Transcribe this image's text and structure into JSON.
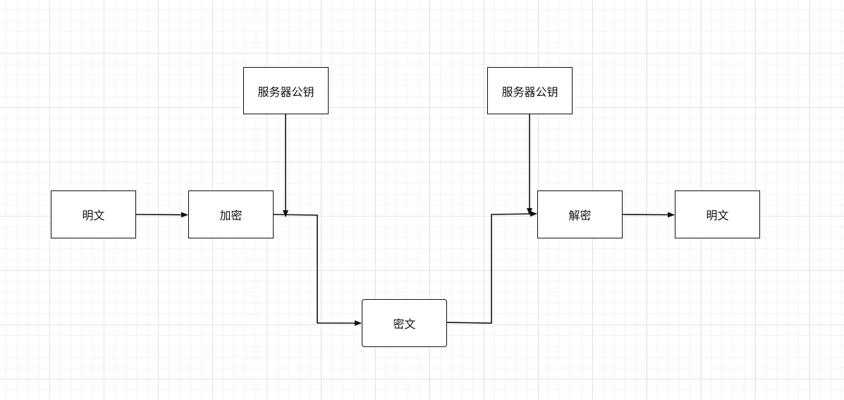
{
  "diagram": {
    "nodes": {
      "plaintext_in": "明文",
      "encrypt": "加密",
      "server_pubkey_left": "服务器公钥",
      "ciphertext": "密文",
      "server_pubkey_right": "服务器公钥",
      "decrypt": "解密",
      "plaintext_out": "明文"
    },
    "edges": [
      {
        "from": "plaintext_in",
        "to": "encrypt"
      },
      {
        "from": "server_pubkey_left",
        "to": "encrypt"
      },
      {
        "from": "encrypt",
        "to": "ciphertext"
      },
      {
        "from": "ciphertext",
        "to": "decrypt"
      },
      {
        "from": "server_pubkey_right",
        "to": "decrypt"
      },
      {
        "from": "decrypt",
        "to": "plaintext_out"
      }
    ],
    "colors": {
      "stroke": "#111111",
      "grid": "#e4e4e4",
      "background": "#ffffff"
    }
  }
}
